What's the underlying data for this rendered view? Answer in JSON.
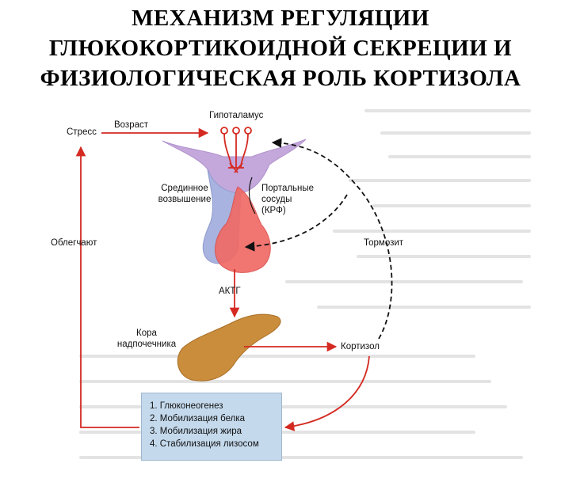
{
  "title": {
    "line1": "МЕХАНИЗМ  РЕГУЛЯЦИИ",
    "line2": "ГЛЮКОКОРТИКОИДНОЙ СЕКРЕЦИИ И",
    "line3": "ФИЗИОЛОГИЧЕСКАЯ РОЛЬ КОРТИЗОЛА"
  },
  "labels": {
    "hypothalamus": "Гипоталамус",
    "stress": "Стресс",
    "age": "Возраст",
    "median_eminence_1": "Срединное",
    "median_eminence_2": "возвышение",
    "portal_1": "Портальные",
    "portal_2": "сосуды",
    "portal_3": "(КРФ)",
    "facilitate": "Облегчают",
    "inhibit": "Тормозит",
    "acth": "АКТГ",
    "adrenal_1": "Кора",
    "adrenal_2": "надпочечника",
    "cortisol": "Кортизол"
  },
  "effects": [
    "1. Глюконеогенез",
    "2. Мобилизация белка",
    "3. Мобилизация жира",
    "4. Стабилизация лизосом"
  ],
  "colors": {
    "arrow_red": "#d42a22",
    "dashed_black": "#111111",
    "hypothalamus_purple": "#c4a8dc",
    "posterior_lobe_blue": "#a9b3e0",
    "anterior_lobe_pink": "#f06a66",
    "adrenal_brown": "#c98d3c",
    "effects_box_blue": "#c4d9ec"
  }
}
